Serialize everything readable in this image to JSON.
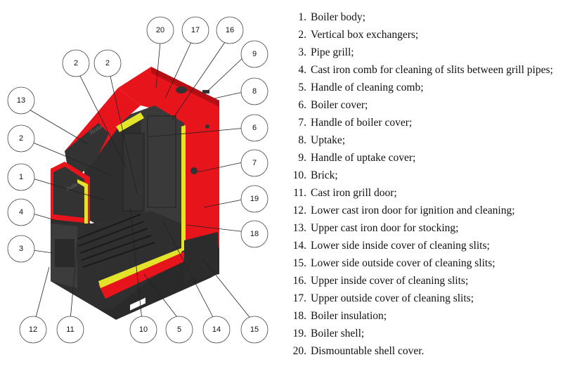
{
  "diagram": {
    "brand_mark": "Roda",
    "callouts": [
      "20",
      "17",
      "16",
      "9",
      "2",
      "2",
      "8",
      "13",
      "6",
      "2",
      "1",
      "7",
      "19",
      "4",
      "18",
      "3",
      "12",
      "11",
      "10",
      "5",
      "14",
      "15"
    ]
  },
  "legend": {
    "items": [
      {
        "num": "1.",
        "text": "Boiler body;"
      },
      {
        "num": "2.",
        "text": "Vertical box exchangers;"
      },
      {
        "num": "3.",
        "text": "Pipe grill;"
      },
      {
        "num": "4.",
        "text": "Cast iron comb for cleaning of slits between grill pipes;"
      },
      {
        "num": "5.",
        "text": "Handle of cleaning comb;"
      },
      {
        "num": "6.",
        "text": "Boiler cover;"
      },
      {
        "num": "7.",
        "text": "Handle of boiler cover;"
      },
      {
        "num": "8.",
        "text": "Uptake;"
      },
      {
        "num": "9.",
        "text": "Handle of uptake cover;"
      },
      {
        "num": "10.",
        "text": "Brick;"
      },
      {
        "num": "11.",
        "text": "Cast iron grill door;"
      },
      {
        "num": "12.",
        "text": "Lower cast iron door for ignition and cleaning;"
      },
      {
        "num": "13.",
        "text": "Upper cast iron door for stocking;"
      },
      {
        "num": "14.",
        "text": "Lower side inside cover of cleaning slits;"
      },
      {
        "num": "15.",
        "text": "Lower side outside cover of cleaning slits;"
      },
      {
        "num": "16.",
        "text": "Upper inside cover of cleaning slits;"
      },
      {
        "num": "17.",
        "text": "Upper outside cover of cleaning slits;"
      },
      {
        "num": "18.",
        "text": "Boiler insulation;"
      },
      {
        "num": "19.",
        "text": "Boiler shell;"
      },
      {
        "num": "20.",
        "text": "Dismountable shell cover."
      }
    ]
  },
  "colors": {
    "shell_red": "#e8141c",
    "shell_red_dark": "#b40f14",
    "insulation_yellow": "#e3e32a",
    "cast_iron": "#2e2e2e",
    "cast_iron_light": "#4a4a4a"
  }
}
